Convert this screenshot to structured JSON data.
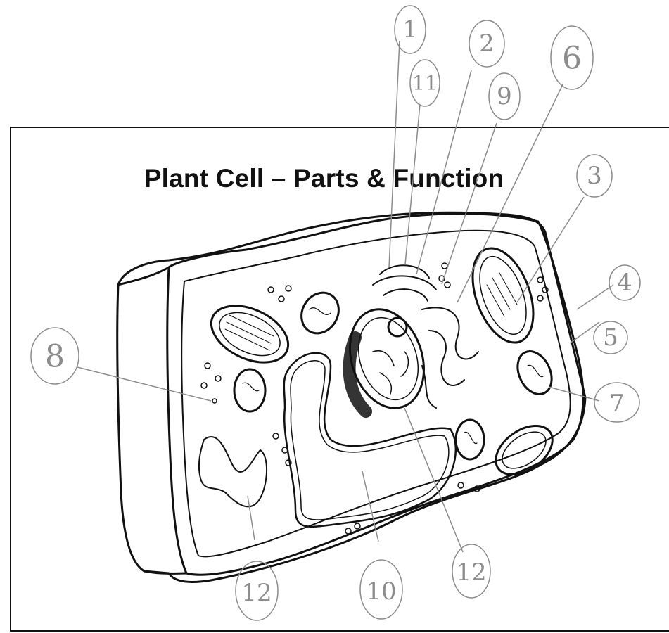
{
  "diagram": {
    "title": "Plant Cell – Parts & Function",
    "line_color": "#111111",
    "label_color": "#8c8c8c",
    "labels": [
      "1",
      "11",
      "2",
      "9",
      "6",
      "3",
      "4",
      "5",
      "7",
      "8",
      "12",
      "10",
      "12"
    ]
  }
}
